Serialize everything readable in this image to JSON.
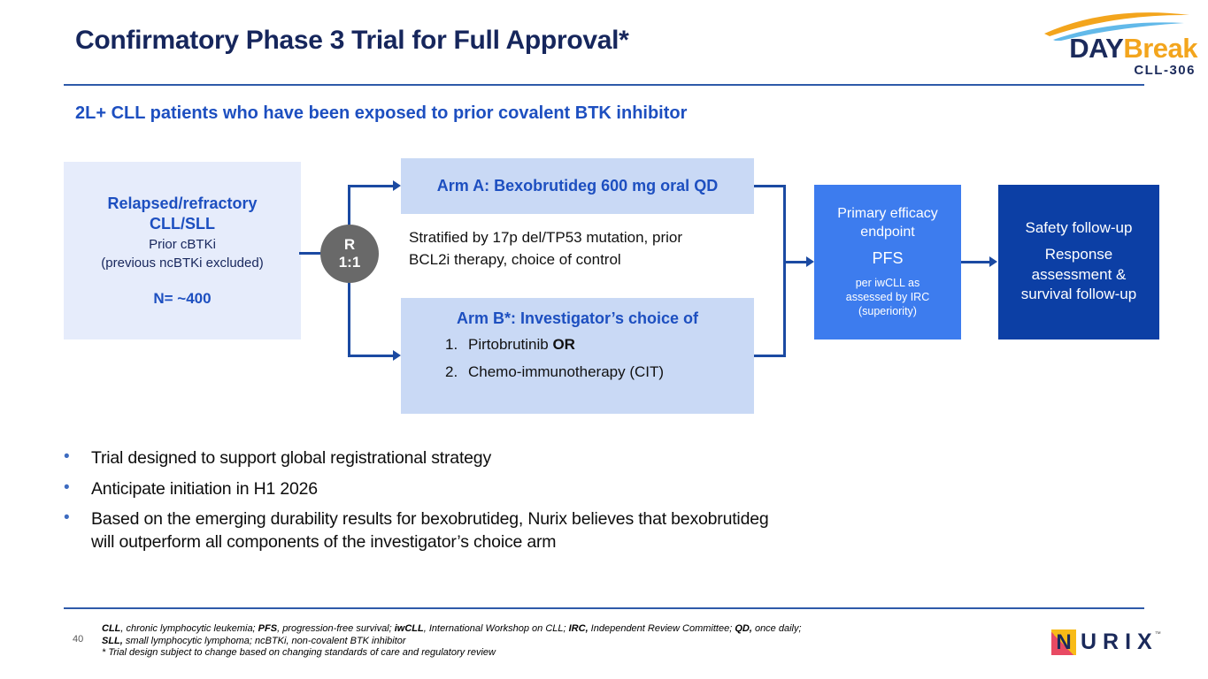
{
  "slide": {
    "title": "Confirmatory Phase 3 Trial for Full Approval*",
    "subtitle": "2L+ CLL patients who have been exposed to prior covalent BTK inhibitor",
    "page_number": "40"
  },
  "logo_daybreak": {
    "day": "DAY",
    "break_part": "Break",
    "study": "CLL-306",
    "swoosh_colors": {
      "top": "#f3a51d",
      "bottom": "#62b9e9"
    }
  },
  "diagram": {
    "patient_box": {
      "line1": "Relapsed/refractory",
      "line2": "CLL/SLL",
      "sub1": "Prior cBTKi",
      "sub2": "(previous ncBTKi excluded)",
      "n": "N= ~400"
    },
    "rand": {
      "r": "R",
      "ratio": "1:1"
    },
    "arm_a_label": "Arm A: Bexobrutideg 600 mg oral QD",
    "stratification": "Stratified by 17p del/TP53 mutation, prior\nBCL2i therapy, choice of control",
    "arm_b": {
      "title": "Arm B*: Investigator’s choice of",
      "options": [
        {
          "num": "1.",
          "segments": [
            {
              "t": "Pirtobrutinib ",
              "b": false
            },
            {
              "t": "OR",
              "b": true
            }
          ]
        },
        {
          "num": "2.",
          "segments": [
            {
              "t": "Chemo-immunotherapy (CIT)",
              "b": false
            }
          ]
        }
      ]
    },
    "endpoint": {
      "line1": "Primary efficacy endpoint",
      "line2": "PFS",
      "line3": "per iwCLL as\nassessed by IRC\n(superiority)"
    },
    "safety": {
      "line1": "Safety follow-up",
      "line2": "Response\nassessment &\nsurvival follow-up"
    }
  },
  "bullets": [
    "Trial designed to support global registrational strategy",
    "Anticipate initiation in H1 2026",
    "Based on the emerging durability results for bexobrutideg, Nurix believes that bexobrutideg\nwill outperform all components of the investigator’s choice arm"
  ],
  "footnotes": [
    [
      {
        "t": "CLL",
        "b": true
      },
      {
        "t": ", chronic lymphocytic leukemia; ",
        "b": false
      },
      {
        "t": "PFS",
        "b": true
      },
      {
        "t": ", progression-free survival; ",
        "b": false
      },
      {
        "t": "iwCLL",
        "b": true
      },
      {
        "t": ", International Workshop on CLL; ",
        "b": false
      },
      {
        "t": "IRC,",
        "b": true
      },
      {
        "t": " Independent Review Committee; ",
        "b": false
      },
      {
        "t": "QD,",
        "b": true
      },
      {
        "t": " once daily;",
        "b": false
      }
    ],
    [
      {
        "t": "SLL,",
        "b": true
      },
      {
        "t": " small lymphocytic lymphoma; ncBTKi, non-covalent BTK inhibitor",
        "b": false
      }
    ],
    [
      {
        "t": "* Trial design subject to change based on changing standards of care and regulatory review",
        "b": false
      }
    ]
  ],
  "logo_nurix": {
    "n": "N",
    "rest": "URIX",
    "tm": "™"
  },
  "colors": {
    "navy_text": "#16265c",
    "blue_text": "#1d4fc0",
    "connector": "#1b4aa2",
    "light_box": "#e6ecfb",
    "periwinkle_box": "#c9d9f5",
    "royal_box": "#3d7cee",
    "dark_blue_box": "#0c3fa5",
    "circle_gray": "#696969",
    "rule_blue": "#2e5aa9",
    "orange": "#f3a51d"
  }
}
